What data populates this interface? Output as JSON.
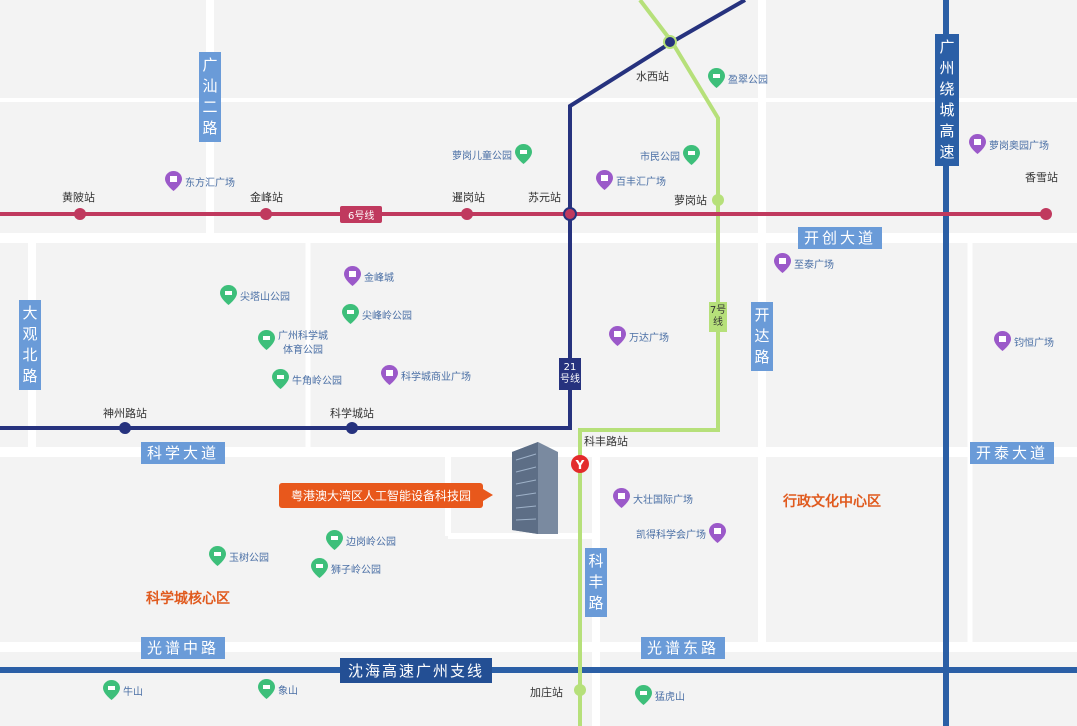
{
  "roads": {
    "guangshan": "广汕二路",
    "daguanbei": "大观北路",
    "kaichuang": "开创大道",
    "kaida": "开达路",
    "kexue": "科学大道",
    "kaitai": "开泰大道",
    "kefeng": "科丰路",
    "guangpu_zhong": "光谱中路",
    "guangpu_dong": "光谱东路",
    "raocheng": "广州绕城高速",
    "shenhai": "沈海高速广州支线"
  },
  "metro": {
    "line6": "6号线",
    "line7": "7号线",
    "line21": "21号线"
  },
  "stations": {
    "huangbei": "黄陂站",
    "jinfeng": "金峰站",
    "xiagang": "暹岗站",
    "suyuan": "苏元站",
    "luogang": "萝岗站",
    "xiangxue": "香雪站",
    "shuixi": "水西站",
    "shenzhoulu": "神州路站",
    "kexuecheng": "科学城站",
    "kefenglu": "科丰路站",
    "jiazhuang": "加庄站"
  },
  "pois": {
    "dongfanghui": "东方汇广场",
    "luogang_ertong": "萝岗儿童公园",
    "shimin": "市民公园",
    "baifenghui": "百丰汇广场",
    "yingcui": "盈翠公园",
    "luogang_aoyuan": "萝岗奥园广场",
    "jinfengcheng": "金峰城",
    "jiantashan": "尖塔山公园",
    "jianfengling": "尖峰岭公园",
    "zhitai": "至泰广场",
    "wanda": "万达广场",
    "junheng": "钧恒广场",
    "kexuecheng_tiyu_1": "广州科学城",
    "kexuecheng_tiyu_2": "体育公园",
    "niujiaoling": "牛角岭公园",
    "kexuecheng_shangye": "科学城商业广场",
    "dazhuang": "大壮国际广场",
    "kaide": "凯得科学会广场",
    "yushu": "玉树公园",
    "biangangling": "边岗岭公园",
    "shiziling": "狮子岭公园",
    "niushan": "牛山",
    "xiangshan": "象山",
    "menghushan": "猛虎山"
  },
  "zones": {
    "xingzheng": "行政文化中心区",
    "kexuecheng_core": "科学城核心区"
  },
  "project": "粤港澳大湾区人工智能设备科技园",
  "colors": {
    "line6": "#c0395e",
    "line7": "#b6e07a",
    "line21": "#26327e",
    "highway": "#2b5fa6",
    "road_label": "#6a9bd8",
    "zone": "#e05a1e",
    "poi_shop": "#9b59c9",
    "poi_park": "#3dbf7a"
  }
}
